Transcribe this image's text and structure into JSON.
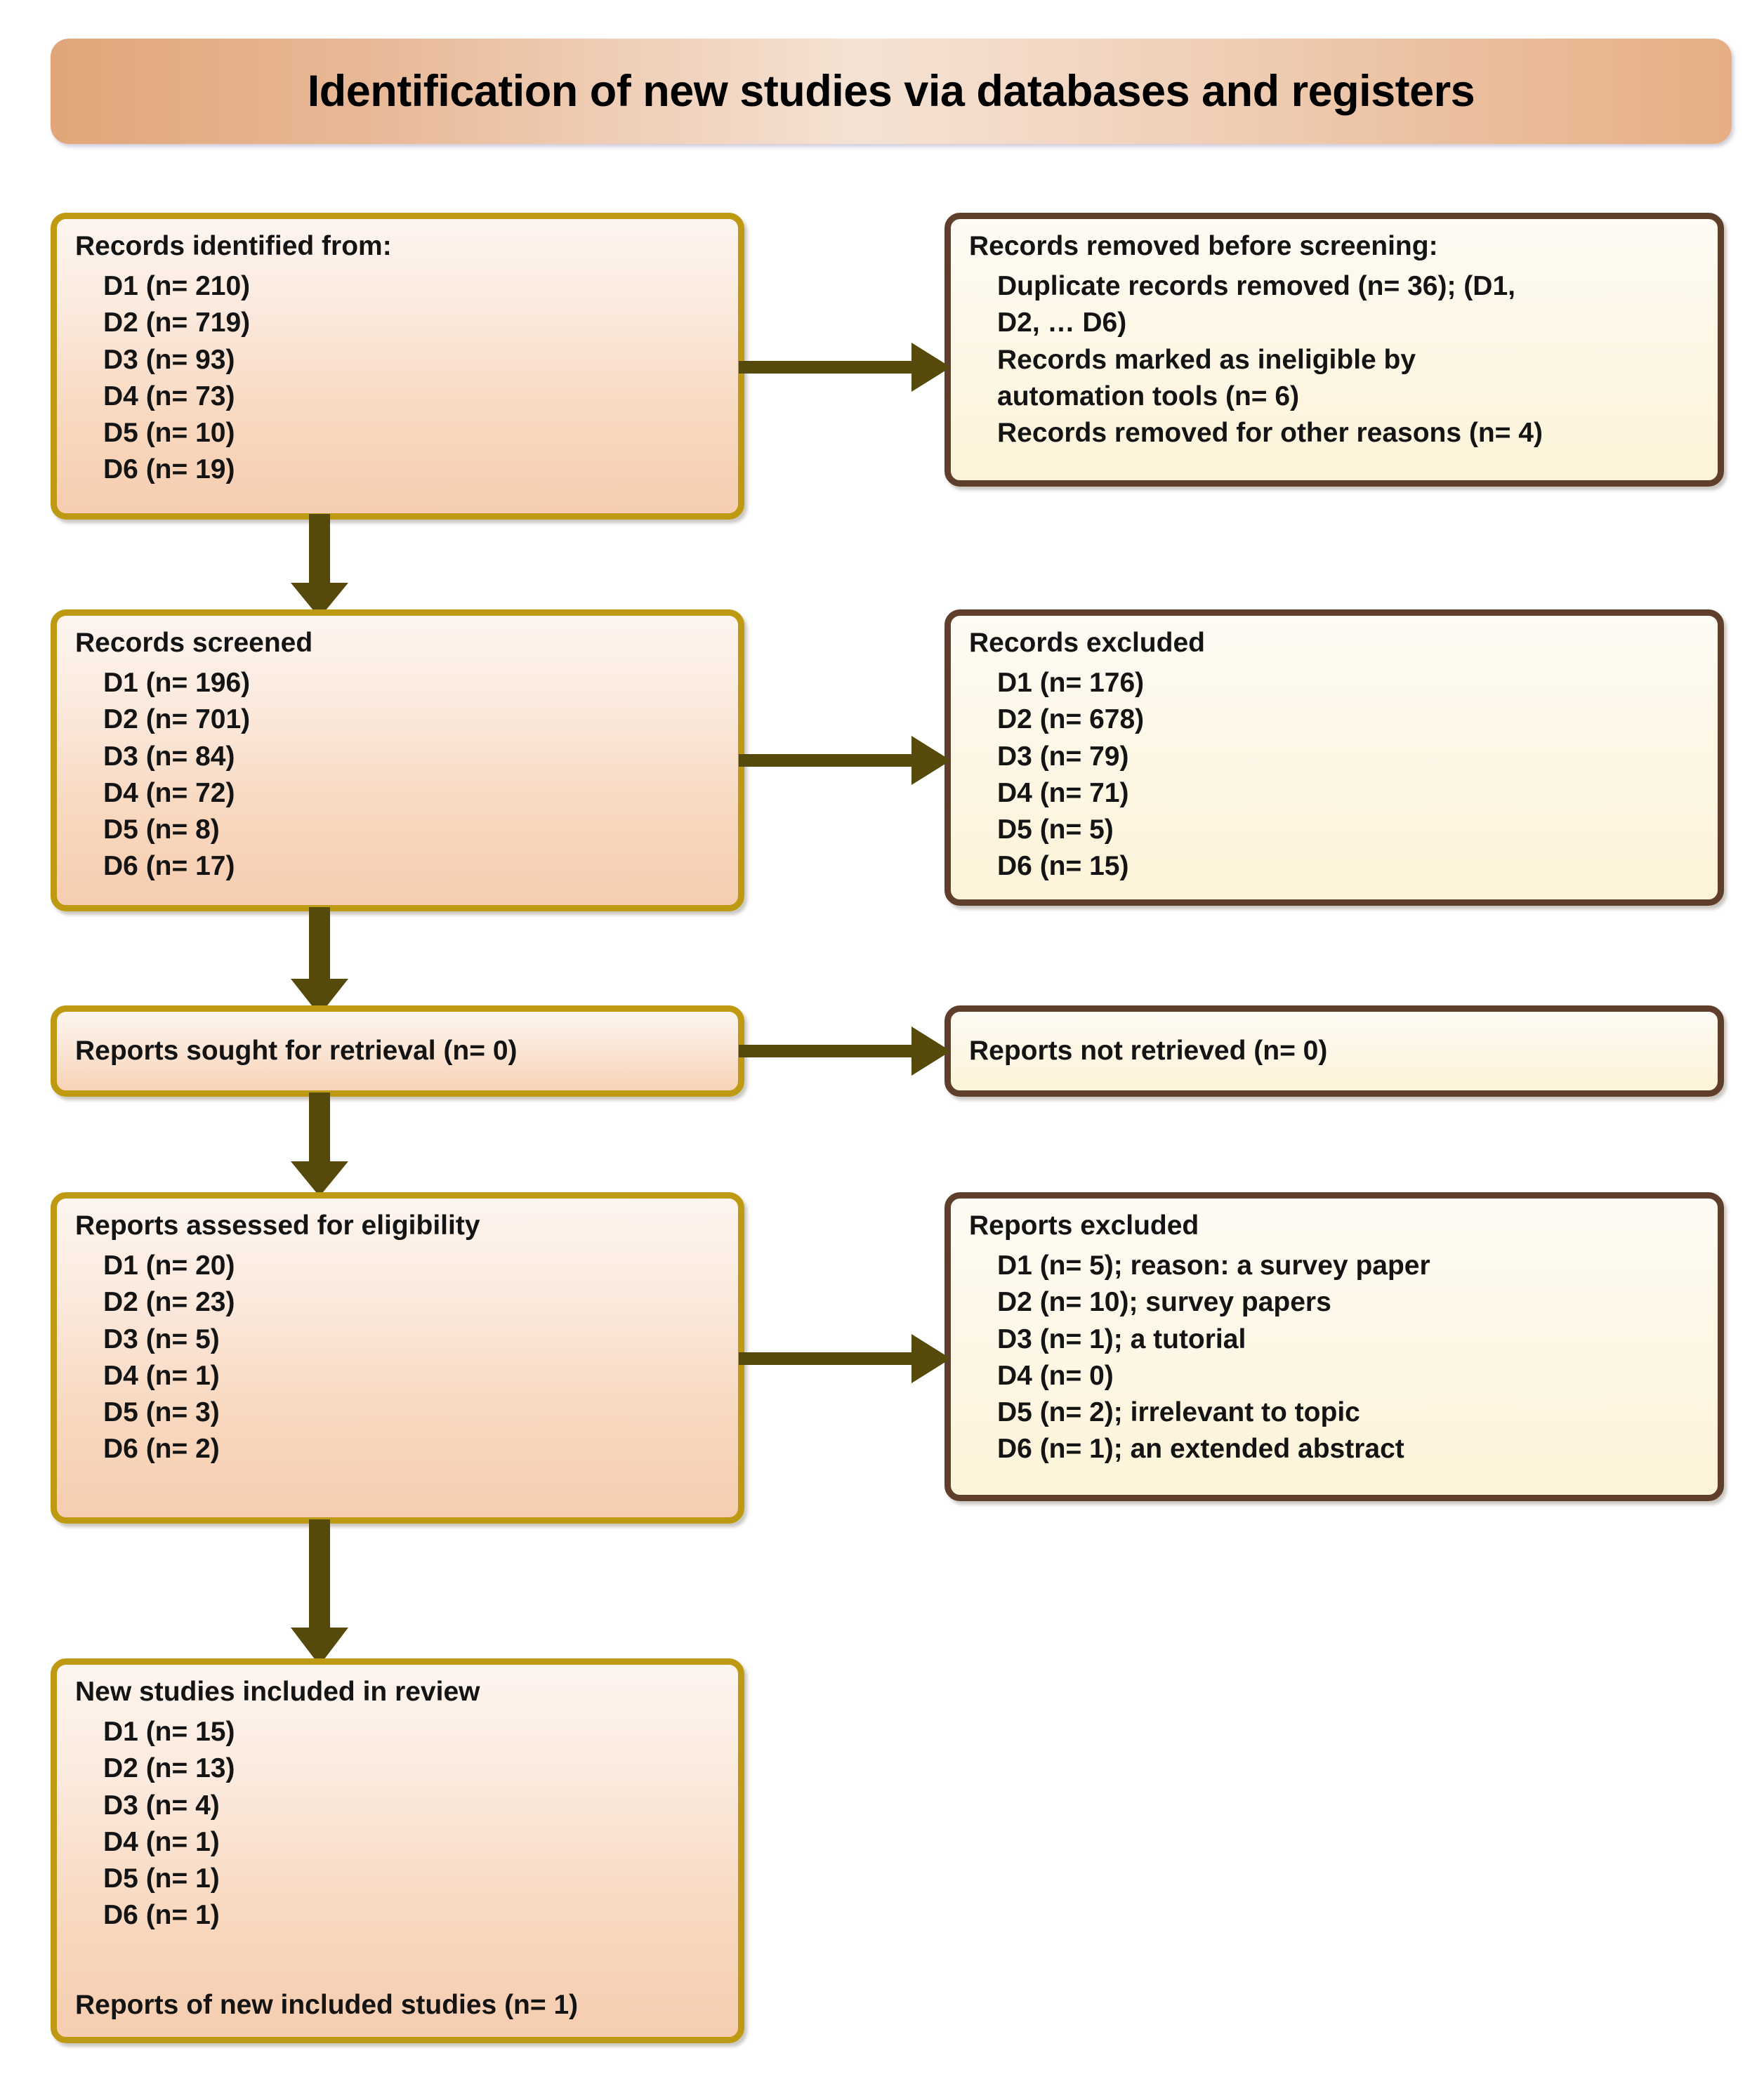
{
  "title": {
    "text": "Identification of new studies via databases and registers"
  },
  "colors": {
    "banner_accent": "#e6ae84",
    "left_border": "#bd9a11",
    "right_border": "#5f3f2c",
    "arrow": "#554a0b",
    "text": "#141414"
  },
  "boxes": {
    "identified": {
      "title": "Records identified from:",
      "lines": [
        "D1 (n= 210)",
        "D2 (n= 719)",
        "D3 (n= 93)",
        "D4 (n= 73)",
        "D5 (n= 10)",
        "D6 (n= 19)"
      ]
    },
    "removed": {
      "title": "Records removed before screening:",
      "lines": [
        "Duplicate records removed (n= 36); (D1,\n   D2, … D6)",
        "Records marked as ineligible by\n   automation tools (n= 6)",
        "Records removed for other reasons (n= 4)"
      ]
    },
    "screened": {
      "title": "Records screened",
      "lines": [
        "D1 (n= 196)",
        "D2 (n= 701)",
        "D3 (n= 84)",
        "D4 (n= 72)",
        "D5 (n= 8)",
        "D6 (n= 17)"
      ]
    },
    "excluded": {
      "title": "Records excluded",
      "lines": [
        "D1 (n= 176)",
        "D2 (n= 678)",
        "D3 (n= 79)",
        "D4 (n= 71)",
        "D5 (n= 5)",
        "D6 (n= 15)"
      ]
    },
    "sought": {
      "title": "Reports sought for retrieval (n= 0)"
    },
    "not_retrieved": {
      "title": "Reports not retrieved (n= 0)"
    },
    "assessed": {
      "title": "Reports assessed for eligibility",
      "lines": [
        "D1 (n= 20)",
        "D2 (n= 23)",
        "D3 (n= 5)",
        "D4 (n= 1)",
        "D5 (n= 3)",
        "D6 (n= 2)"
      ]
    },
    "reports_excluded": {
      "title": "Reports excluded",
      "lines": [
        "D1 (n= 5); reason: a survey paper",
        "D2 (n= 10); survey papers",
        "D3 (n= 1); a tutorial",
        "D4 (n= 0)",
        "D5 (n= 2); irrelevant to topic",
        "D6 (n= 1); an extended abstract"
      ]
    },
    "included": {
      "title": "New studies included in review",
      "lines": [
        "D1 (n= 15)",
        "D2 (n= 13)",
        "D3 (n= 4)",
        "D4 (n= 1)",
        "D5 (n= 1)",
        "D6 (n= 1)"
      ],
      "footer": "Reports of new included studies (n= 1)"
    }
  }
}
